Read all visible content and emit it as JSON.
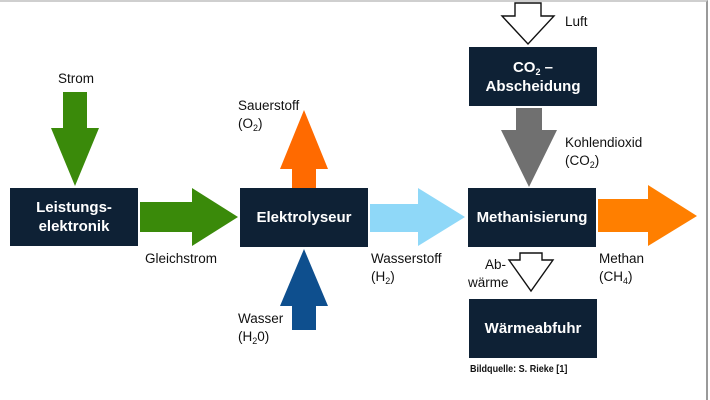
{
  "colors": {
    "box_fill": "#0e2135",
    "green": "#3a8a0a",
    "orange": "#ff6a00",
    "orange_methan": "#ff7f00",
    "light_blue": "#8fd8f8",
    "dark_blue": "#0e4f8e",
    "gray": "#707070",
    "outline_arrow_fill": "#ffffff"
  },
  "boxes": {
    "leistungselektronik": {
      "line1": "Leistungs-",
      "line2": "elektronik"
    },
    "elektrolyseur": {
      "label": "Elektrolyseur"
    },
    "co2_abscheidung": {
      "formula_main": "CO",
      "formula_sub": "2",
      "formula_tail": " –",
      "line2": "Abscheidung"
    },
    "methanisierung": {
      "label": "Methanisierung"
    },
    "waermeabfuhr": {
      "label": "Wärmeabfuhr"
    }
  },
  "flows": {
    "strom": {
      "label": "Strom"
    },
    "gleichstrom": {
      "label": "Gleichstrom"
    },
    "sauerstoff": {
      "label": "Sauerstoff",
      "formula_open": "(O",
      "formula_sub": "2",
      "formula_close": ")"
    },
    "wasser": {
      "label": "Wasser",
      "formula_open": "(H",
      "formula_sub": "2",
      "formula_close": "0)"
    },
    "wasserstoff": {
      "label": "Wasserstoff",
      "formula_open": "(H",
      "formula_sub": "2",
      "formula_close": ")"
    },
    "luft": {
      "label": "Luft"
    },
    "kohlendioxid": {
      "label": "Kohlendioxid",
      "formula_open": "(CO",
      "formula_sub": "2",
      "formula_close": ")"
    },
    "methan": {
      "label": "Methan",
      "formula_open": "(CH",
      "formula_sub": "4",
      "formula_close": ")"
    },
    "abwaerme": {
      "line1": "Ab-",
      "line2": "wärme"
    }
  },
  "credit": "Bildquelle: S. Rieke [1]"
}
